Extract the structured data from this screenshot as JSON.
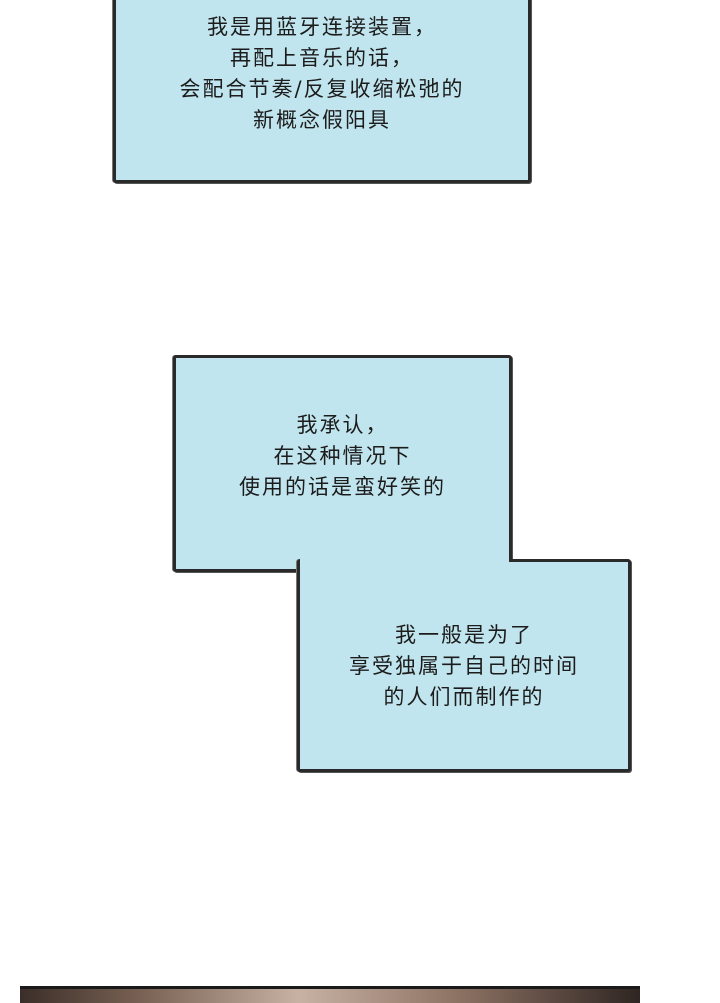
{
  "panels": {
    "top": {
      "lines": [
        "我是用蓝牙连接装置，",
        "再配上音乐的话，",
        "会配合节奏/反复收缩松弛的",
        "新概念假阳具"
      ]
    },
    "middle": {
      "lines": [
        "我承认，",
        "在这种情况下",
        "使用的话是蛮好笑的"
      ]
    },
    "bottom": {
      "lines": [
        "我一般是为了",
        "享受独属于自己的时间",
        "的人们而制作的"
      ]
    }
  },
  "colors": {
    "panel_fill": "#c1e5ee",
    "panel_border": "#2a2a2a",
    "text": "#1c1c1c"
  }
}
